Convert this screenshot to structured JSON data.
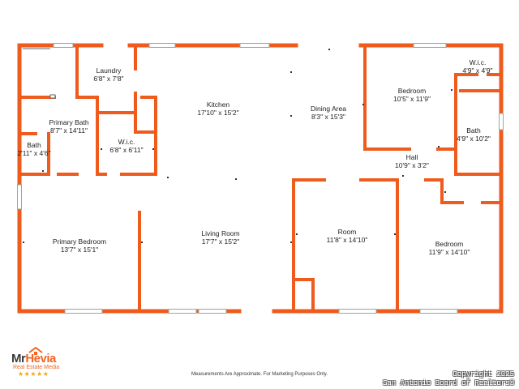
{
  "rooms": {
    "laundry": {
      "name": "Laundry",
      "dim": "6'8\" x 7'8\""
    },
    "kitchen": {
      "name": "Kitchen",
      "dim": "17'10\" x 15'2\""
    },
    "dining": {
      "name": "Dining Area",
      "dim": "8'3\" x 15'3\""
    },
    "bedroom_ne": {
      "name": "Bedroom",
      "dim": "10'5\" x 11'9\""
    },
    "wic_ne": {
      "name": "W.i.c.",
      "dim": "4'9\" x 4'9\""
    },
    "primary_bath": {
      "name": "Primary Bath",
      "dim": "8'7\" x 14'11\""
    },
    "wic_primary": {
      "name": "W.i.c.",
      "dim": "6'8\" x 6'11\""
    },
    "bath_w": {
      "name": "Bath",
      "dim": "2'11\" x 4'6\""
    },
    "bath_e": {
      "name": "Bath",
      "dim": "4'9\" x 10'2\""
    },
    "hall": {
      "name": "Hall",
      "dim": "10'9\" x 3'2\""
    },
    "primary_bedroom": {
      "name": "Primary Bedroom",
      "dim": "13'7\" x 15'1\""
    },
    "living_room": {
      "name": "Living Room",
      "dim": "17'7\" x 15'2\""
    },
    "room": {
      "name": "Room",
      "dim": "11'8\" x 14'10\""
    },
    "bedroom_se": {
      "name": "Bedroom",
      "dim": "11'9\" x 14'10\""
    }
  },
  "footer": {
    "note": "Measurements Are Approximate. For Marketing Purposes Only.",
    "copyright_line1": "Copyright 2025",
    "copyright_line2": "San Antonio Board of Realtors®"
  },
  "logo": {
    "brand_prefix": "Mr",
    "brand_name": "Hevia",
    "tagline": "Real Estate Media",
    "stars": "★★★★★"
  },
  "colors": {
    "wall": "#ef5b1c",
    "window": "#9aa7a0",
    "background": "#ffffff"
  }
}
